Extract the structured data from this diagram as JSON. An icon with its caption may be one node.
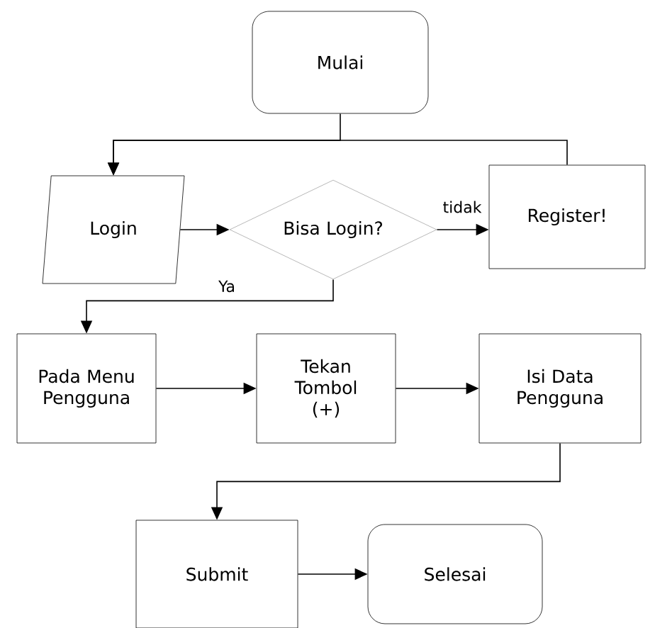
{
  "diagram": {
    "nodes": [
      {
        "text": [
          "Mulai"
        ]
      },
      {
        "text": [
          "Login"
        ]
      },
      {
        "text": [
          "Bisa Login?"
        ]
      },
      {
        "text": [
          "Register!"
        ]
      },
      {
        "text": [
          "Pada Menu Pengguna"
        ]
      },
      {
        "text": [
          "Tekan Tombol (+)"
        ]
      },
      {
        "text": [
          "Isi Data Pengguna"
        ]
      },
      {
        "text": [
          "Submit"
        ]
      },
      {
        "text": [
          "Selesai"
        ]
      }
    ],
    "edges": [
      {
        "from": 0,
        "to": 1,
        "arrow": "to"
      },
      {
        "from": 3,
        "to": 1,
        "arrow": "to"
      },
      {
        "from": 1,
        "to": 2,
        "arrow": "to"
      },
      {
        "from": 2,
        "to": 3,
        "arrow": "to",
        "label": "tidak"
      },
      {
        "from": 2,
        "to": 4,
        "arrow": "to",
        "label": "Ya"
      },
      {
        "from": 4,
        "to": 5,
        "arrow": "to"
      },
      {
        "from": 5,
        "to": 6,
        "arrow": "to"
      },
      {
        "from": 6,
        "to": 7,
        "arrow": "to"
      },
      {
        "from": 7,
        "to": 8,
        "arrow": "to"
      }
    ]
  }
}
